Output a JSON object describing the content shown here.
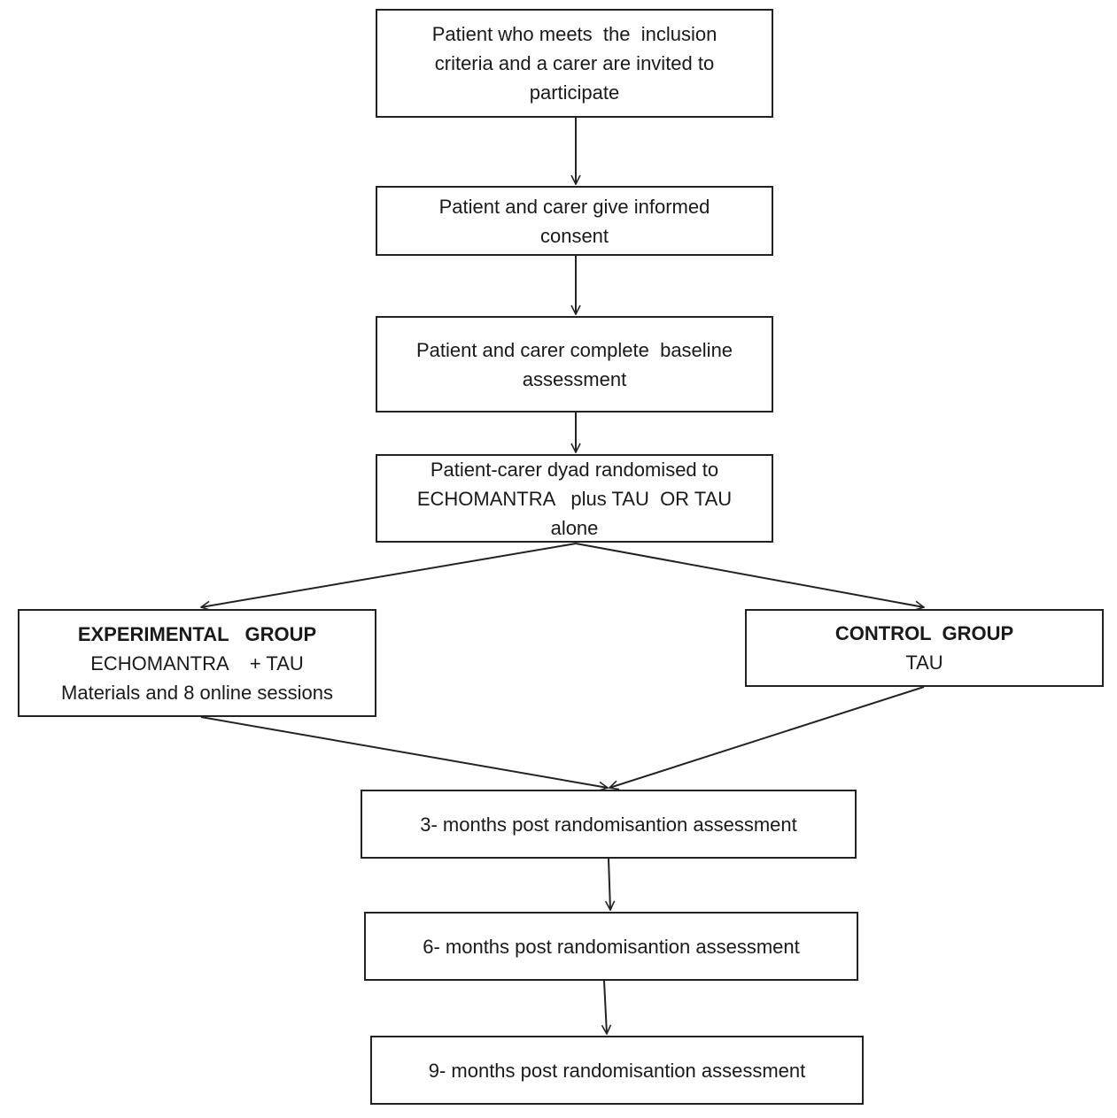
{
  "steps": {
    "invite": {
      "lines": [
        "Patient who meets  the  inclusion",
        "criteria and a carer are invited to",
        "participate"
      ]
    },
    "consent": {
      "lines": [
        "Patient and carer give informed",
        "consent"
      ]
    },
    "baseline": {
      "lines": [
        "Patient and carer complete  baseline",
        "assessment"
      ]
    },
    "randomise": {
      "lines": [
        "Patient-carer dyad randomised to",
        "ECHOMANTRA   plus TAU  OR TAU",
        "alone"
      ]
    },
    "experimental": {
      "heading": "EXPERIMENTAL   GROUP",
      "lines": [
        "ECHOMANTRA    + TAU",
        "Materials and 8 online sessions"
      ]
    },
    "control": {
      "heading": "CONTROL  GROUP",
      "lines": [
        "TAU"
      ]
    },
    "followup_3m": {
      "label": "3- months post randomisantion assessment"
    },
    "followup_6m": {
      "label": "6- months post randomisantion assessment"
    },
    "followup_9m": {
      "label": "9- months post randomisantion assessment"
    }
  },
  "style": {
    "stroke_color": "#222222",
    "text_color": "#1a1a1a",
    "background": "#ffffff"
  }
}
